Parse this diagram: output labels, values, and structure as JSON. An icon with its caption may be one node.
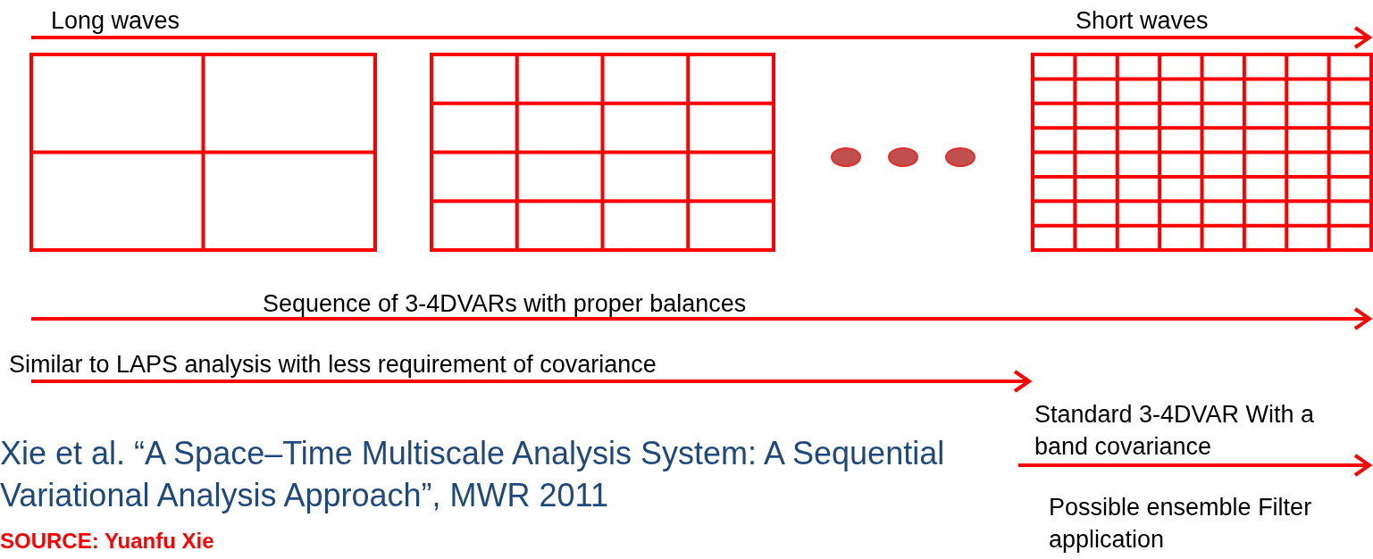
{
  "diagram": {
    "labels": [
      "Long waves",
      "Short waves",
      "Sequence of 3-4DVARs with proper balances",
      "Similar to LAPS analysis with less requirement of covariance",
      "Standard 3-4DVAR With a band covariance",
      "Xie et al. “A Space–Time Multiscale Analysis System: A Sequential Variational Analysis Approach”, MWR 2011",
      "Possible ensemble Filter application",
      "SOURCE: Yuanfu Xie"
    ]
  }
}
